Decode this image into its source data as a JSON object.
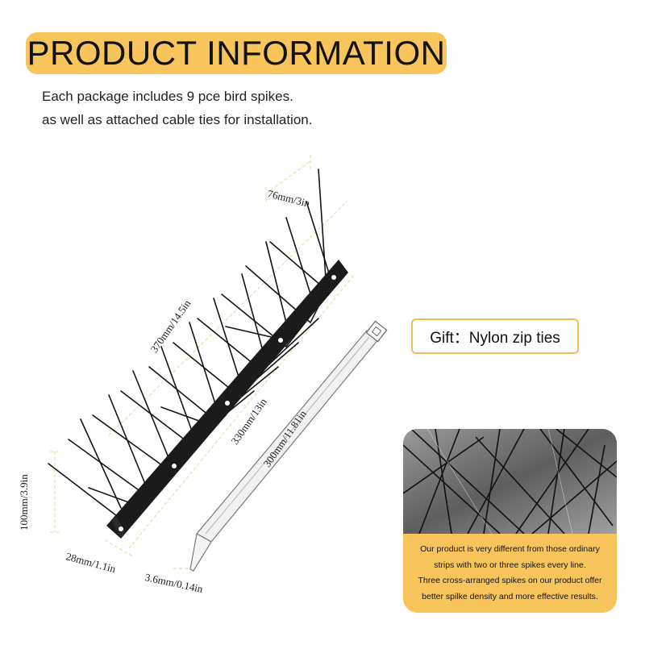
{
  "header": {
    "title": "PRODUCT INFORMATION"
  },
  "intro": {
    "line1": "Each package includes 9 pce bird spikes.",
    "line2": "as well as attached cable ties for installation."
  },
  "dimensions": {
    "width_top": "76mm/3in",
    "length_total": "370mm/14.5in",
    "length_base": "330mm/13in",
    "height": "100mm/3.9in",
    "base_width": "28mm/1.1in",
    "tie_length": "300mm/11.81in",
    "tie_width": "3.6mm/0.14in"
  },
  "gift": {
    "label": "Gift：Nylon zip ties"
  },
  "photo_card": {
    "caption_line1": "Our product is very different from those ordinary",
    "caption_line2": "strips with two or three spikes every line.",
    "caption_line3": "Three cross-arranged spikes on our product offer",
    "caption_line4": "better spilke density and more effective results."
  },
  "colors": {
    "accent": "#f8c55c",
    "spike": "#151515",
    "dimension_line": "#e3d890"
  }
}
